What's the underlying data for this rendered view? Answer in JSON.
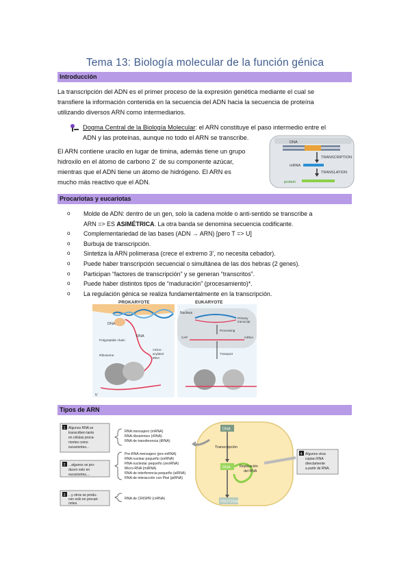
{
  "title": "Tema 13: Biología molecular de la función génica",
  "sections": {
    "intro": "Introducción",
    "prok": "Procariotas y eucariotas",
    "tipos": "Tipos de ARN"
  },
  "intro": {
    "p1": [
      "La transcripción del ADN es el primer proceso de la expresión genética mediante el cual se",
      "transfiere la información contenida en la secuencia del ADN hacia la secuencia de proteína",
      "utilizando diversos ARN como intermediarios."
    ],
    "dogma_label": "Dogma Central de la Biología Molecular",
    "dogma_rest": ": el ARN constituye el paso intermedio entre el",
    "dogma_line2": "ADN y las proteínas, aunque no todo el ARN se transcribe.",
    "p2": [
      "El ARN contiene uracilo en lugar de timina, además tiene un grupo",
      "hidroxilo en el átomo de carbono 2´ de su componente azúcar,",
      "mientras que el ADN tiene un átomo de hidrógeno. El ARN es",
      "mucho más reactivo que el ADN."
    ]
  },
  "dogma_figure": {
    "dna": "DNA",
    "transcription": "TRANSCRIPTION",
    "mrna": "mRNA",
    "translation": "TRANSLATION",
    "protein": "protein"
  },
  "prok_list": {
    "i1a": "Molde de ADN: dentro de un gen, solo la cadena molde o anti-sentido se transcribe a",
    "i1b_pre": "ARN => ES ",
    "i1b_bold": "ASIMÉTRICA",
    "i1b_post": ". La otra banda se denomina secuencia codificante.",
    "i2": "Complementariedad de las bases (ADN → ARN) [pero T => U]",
    "i3": "Burbuja de transcripción.",
    "i4": "Sintetiza la ARN polimerasa (crece el extremo 3’, no necesita cebador).",
    "i5": "Puede haber transcripción secuencial o simultánea de las dos hebras (2 genes).",
    "i6": "Participan “factores de transcripción” y se generan “transcritos”.",
    "i7": "Puede haber distintos tipos de “maduración” (procesamiento)*.",
    "i8": "La regulación génica se realiza fundamentalmente en la transcripción."
  },
  "pe_figure": {
    "prokaryote": "PROKARYOTE",
    "eukaryote": "EUKARYOTE",
    "dna": "DNA",
    "rna": "RNA",
    "polypeptide": "Polypeptide chain",
    "ribosome": "Ribosome",
    "amino": "Amino-",
    "acylated": "acylated",
    "trna": "tRNA",
    "nucleus": "Nucleus",
    "primary": "Primary",
    "transcript": "transcript",
    "processing": "Processing",
    "cap": "CAP",
    "mrna": "mRNA",
    "transport": "Transport",
    "five": "5'"
  },
  "tipos_figure": {
    "box1": [
      "Algunos RNA se",
      "transcriben tanto",
      "en células proca-",
      "riontes como",
      "eucariontes..."
    ],
    "box2": [
      "...algunos se pro-",
      "ducen solo en",
      "eucariontes,..."
    ],
    "box3": [
      "...y otros se produ-",
      "cen solo en procari-",
      "ontes."
    ],
    "box4": [
      "Algunos virus",
      "copian RNA",
      "directamente",
      "a partir de RNA."
    ],
    "list1": [
      "RNA mensajero (mRNA)",
      "RNA ribosómico (rRNA)",
      "RNA de transferencia (tRNA)"
    ],
    "list2": [
      "Pre-RNA mensajero (pre-mRNA)",
      "RNA nuclear pequeño (snRNA)",
      "RNA nucleolar pequeño (snoRNA)",
      "Micro-RNA (miRNA)",
      "RNA de interferencia pequeño (siRNA)",
      "RNA de interacción con Piwi (piRNA)"
    ],
    "list3": [
      "RNA de CRISPR (crRNA)"
    ],
    "n1": "1",
    "n2": "2",
    "n3": "3",
    "n4": "4",
    "cell_dna": "DNA",
    "transcripcion": "Transcripción",
    "cell_rna": "RNA",
    "replicacion": [
      "Replicación",
      "del RNA"
    ],
    "proteina": "PROTEÍNA"
  },
  "colors": {
    "accent_bar": "#b79be6",
    "title": "#3d5a8c",
    "cell": "#fbe9b6",
    "green": "#9bd65a"
  }
}
